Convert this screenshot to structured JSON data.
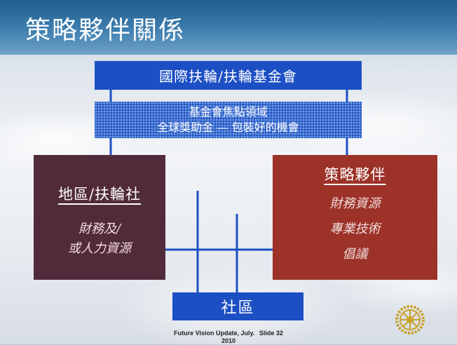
{
  "slide": {
    "title": "策略夥伴關係"
  },
  "diagram": {
    "top_box": "國際扶輪/扶輪基金會",
    "focus_box": {
      "line1": "基金會焦點領域",
      "line2": "全球獎助金 — 包裝好的機會"
    },
    "left_box": {
      "title": "地區/扶輪社",
      "line1": "財務及/",
      "line2": "或人力資源"
    },
    "right_box": {
      "title": "策略夥伴",
      "line1": "財務資源",
      "line2": "專業技術",
      "line3": "倡議"
    },
    "bottom_box": "社區"
  },
  "footer": {
    "text": "Future Vision Update, July.",
    "year": "2010",
    "slide_number": "Slide 32"
  },
  "colors": {
    "title_bar": "#2e6fa3",
    "blue_box": "#1d4fc4",
    "left_box": "#522b3b",
    "right_box": "#9c3228",
    "connector": "#1d4fc4"
  },
  "icons": {
    "logo": "rotary-wheel-icon"
  }
}
